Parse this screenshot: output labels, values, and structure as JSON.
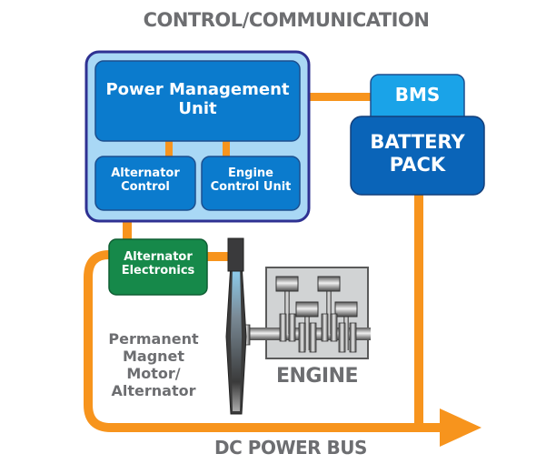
{
  "title": "CONTROL/COMMUNICATION",
  "bus_label": "DC POWER BUS",
  "blocks": {
    "pmu": "Power Management Unit",
    "alternator_control": "Alternator Control",
    "ecu": "Engine Control Unit",
    "bms": "BMS",
    "battery_pack": "BATTERY PACK",
    "alternator_electronics": "Alternator Electronics",
    "motor": "Permanent Magnet Motor/ Alternator",
    "engine": "ENGINE"
  },
  "colors": {
    "bus_orange": "#f7941d",
    "control_panel_fill": "#a9d8f5",
    "control_panel_border": "#2e3192",
    "block_blue": "#0b7bcd",
    "bms_blue": "#1aa3e8",
    "battery_blue": "#0a64b8",
    "electronics_green": "#16894a",
    "label_gray": "#6d6e71",
    "engine_gray": "#d1d3d4"
  },
  "icons": [
    "flywheel-icon",
    "engine-crankshaft-icon",
    "arrow-right-icon"
  ]
}
